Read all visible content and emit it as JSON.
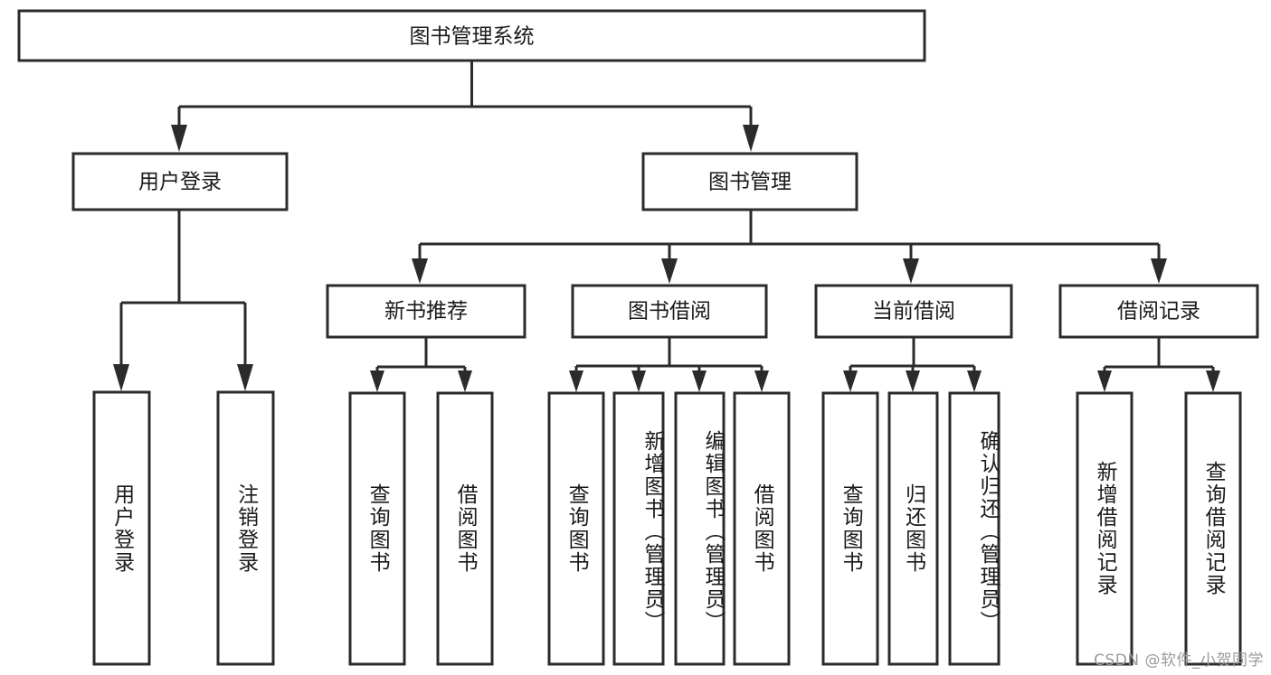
{
  "diagram": {
    "type": "tree",
    "title": "图书管理系统",
    "watermark": "CSDN @软件_小贺同学",
    "orientation": "top-down",
    "colors": {
      "stroke": "#2b2b2b",
      "fill": "#ffffff",
      "text": "#1a1a1a",
      "watermark": "#9a9a9a"
    },
    "levels": {
      "root": "图书管理系统",
      "level2": [
        "用户登录",
        "图书管理"
      ],
      "level3": [
        "新书推荐",
        "图书借阅",
        "当前借阅",
        "借阅记录"
      ]
    },
    "nodes": {
      "root": {
        "label": "图书管理系统"
      },
      "user_login": {
        "label": "用户登录"
      },
      "book_manage": {
        "label": "图书管理"
      },
      "new_book_rec": {
        "label": "新书推荐"
      },
      "book_borrow": {
        "label": "图书借阅"
      },
      "current_borrow": {
        "label": "当前借阅"
      },
      "borrow_record": {
        "label": "借阅记录"
      },
      "leaf_user_login": {
        "label": "用户登录"
      },
      "leaf_logout": {
        "label": "注销登录"
      },
      "leaf_query_book_1": {
        "label": "查询图书"
      },
      "leaf_borrow_book_1": {
        "label": "借阅图书"
      },
      "leaf_query_book_2": {
        "label": "查询图书"
      },
      "leaf_add_book": {
        "label": "新增图书（管理员）"
      },
      "leaf_edit_book": {
        "label": "编辑图书（管理员）"
      },
      "leaf_borrow_book_2": {
        "label": "借阅图书"
      },
      "leaf_query_book_3": {
        "label": "查询图书"
      },
      "leaf_return_book": {
        "label": "归还图书"
      },
      "leaf_confirm_return": {
        "label": "确认归还（管理员）"
      },
      "leaf_add_record": {
        "label": "新增借阅记录"
      },
      "leaf_query_record": {
        "label": "查询借阅记录"
      }
    },
    "edges": [
      {
        "from": "root",
        "to": "user_login"
      },
      {
        "from": "root",
        "to": "book_manage"
      },
      {
        "from": "user_login",
        "to": "leaf_user_login"
      },
      {
        "from": "user_login",
        "to": "leaf_logout"
      },
      {
        "from": "book_manage",
        "to": "new_book_rec"
      },
      {
        "from": "book_manage",
        "to": "book_borrow"
      },
      {
        "from": "book_manage",
        "to": "current_borrow"
      },
      {
        "from": "book_manage",
        "to": "borrow_record"
      },
      {
        "from": "new_book_rec",
        "to": "leaf_query_book_1"
      },
      {
        "from": "new_book_rec",
        "to": "leaf_borrow_book_1"
      },
      {
        "from": "book_borrow",
        "to": "leaf_query_book_2"
      },
      {
        "from": "book_borrow",
        "to": "leaf_add_book"
      },
      {
        "from": "book_borrow",
        "to": "leaf_edit_book"
      },
      {
        "from": "book_borrow",
        "to": "leaf_borrow_book_2"
      },
      {
        "from": "current_borrow",
        "to": "leaf_query_book_3"
      },
      {
        "from": "current_borrow",
        "to": "leaf_return_book"
      },
      {
        "from": "current_borrow",
        "to": "leaf_confirm_return"
      },
      {
        "from": "borrow_record",
        "to": "leaf_add_record"
      },
      {
        "from": "borrow_record",
        "to": "leaf_query_record"
      }
    ]
  }
}
